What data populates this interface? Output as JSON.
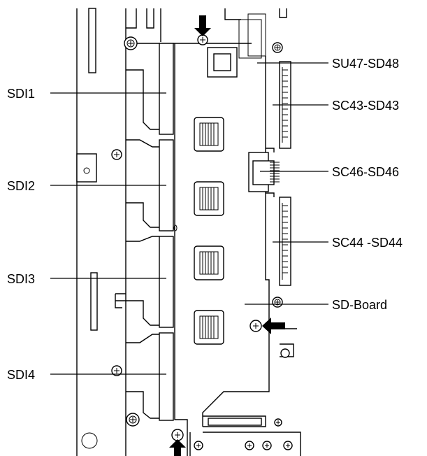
{
  "left_labels": [
    "SDI1",
    "SDI2",
    "SDI3",
    "SDI4"
  ],
  "right_labels": [
    "SU47-SD48",
    "SC43-SD43",
    "SC46-SD46",
    "SC44 -SD44",
    "SD-Board"
  ],
  "icons": {
    "screw": "screw-icon",
    "arrow": "arrow-icon",
    "heatsink": "heatsink-icon",
    "connector": "connector-icon"
  },
  "colors": {
    "line": "#000000",
    "background": "#ffffff"
  }
}
